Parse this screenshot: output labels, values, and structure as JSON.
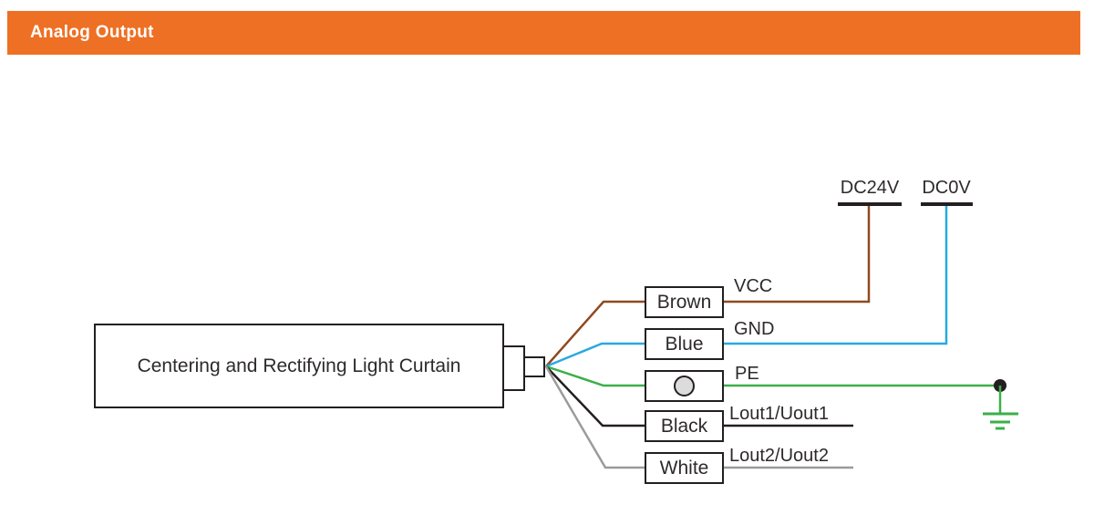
{
  "header": {
    "title": "Analog Output"
  },
  "diagram": {
    "device_label": "Centering and Rectifying Light Curtain",
    "power_terminals": [
      {
        "label": "DC24V"
      },
      {
        "label": "DC0V"
      }
    ],
    "wires": [
      {
        "wire_label": "Brown",
        "signal": "VCC",
        "color": "#8F4A1F"
      },
      {
        "wire_label": "Blue",
        "signal": "GND",
        "color": "#29A9E0"
      },
      {
        "wire_label": "",
        "signal": "PE",
        "color": "#3BAF49",
        "symbol": "circle-terminal"
      },
      {
        "wire_label": "Black",
        "signal": "Lout1/Uout1",
        "color": "#231F20"
      },
      {
        "wire_label": "White",
        "signal": "Lout2/Uout2",
        "color": "#9B9B9D"
      }
    ],
    "ground_symbol": "earth-ground",
    "colors": {
      "header_bg": "#ED7024",
      "terminal_bar": "#231F20",
      "junction_dot": "#231F20",
      "pe_circle_fill": "#DCDCDC",
      "box_border": "#231F20"
    }
  }
}
